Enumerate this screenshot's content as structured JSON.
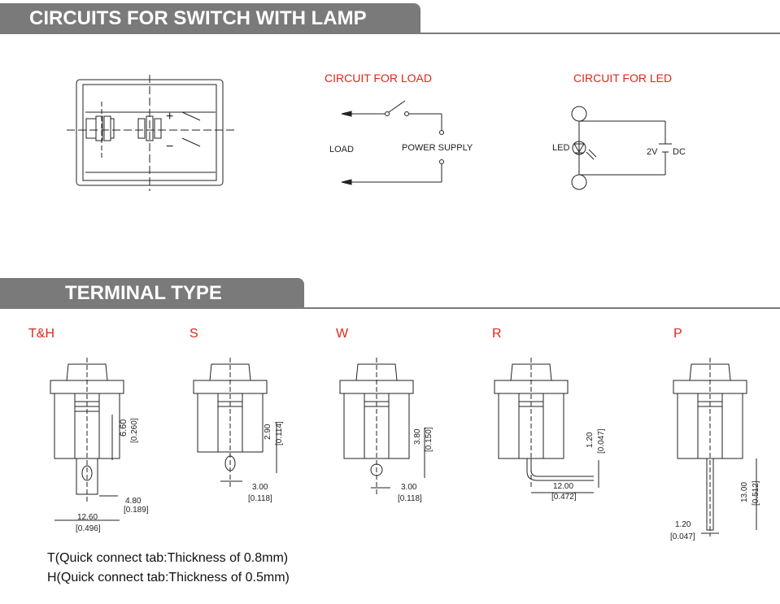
{
  "sections": {
    "circuits_title": "CIRCUITS FOR SWITCH WITH LAMP",
    "terminal_title": "TERMINAL TYPE"
  },
  "circuits": {
    "load_title": "CIRCUIT FOR LOAD",
    "led_title": "CIRCUIT FOR LED",
    "load_label": "LOAD",
    "power_supply_label": "POWER SUPPLY",
    "led_label": "LED",
    "voltage_label": "2V",
    "dc_label": "DC",
    "plus": "+",
    "minus": "−"
  },
  "terminals": [
    {
      "type": "T&H",
      "dims": [
        "6.60",
        "[0.260]",
        "4.80",
        "[0.189]",
        "12.60",
        "[0.496]"
      ]
    },
    {
      "type": "S",
      "dims": [
        "2.90",
        "[0.114]",
        "3.00",
        "[0.118]"
      ]
    },
    {
      "type": "W",
      "dims": [
        "3.80",
        "[0.150]",
        "3.00",
        "[0.118]"
      ]
    },
    {
      "type": "R",
      "dims": [
        "1.20",
        "[0.047]",
        "12.00",
        "[0.472]"
      ]
    },
    {
      "type": "P",
      "dims": [
        "13.00",
        "[0.512]",
        "1.20",
        "[0.047]"
      ]
    }
  ],
  "notes": [
    "T(Quick connect tab:Thickness of 0.8mm)",
    "H(Quick connect tab:Thickness of 0.5mm)"
  ],
  "colors": {
    "header_bg": "#7a7a7a",
    "accent_red": "#e1251b",
    "line": "#222222"
  }
}
